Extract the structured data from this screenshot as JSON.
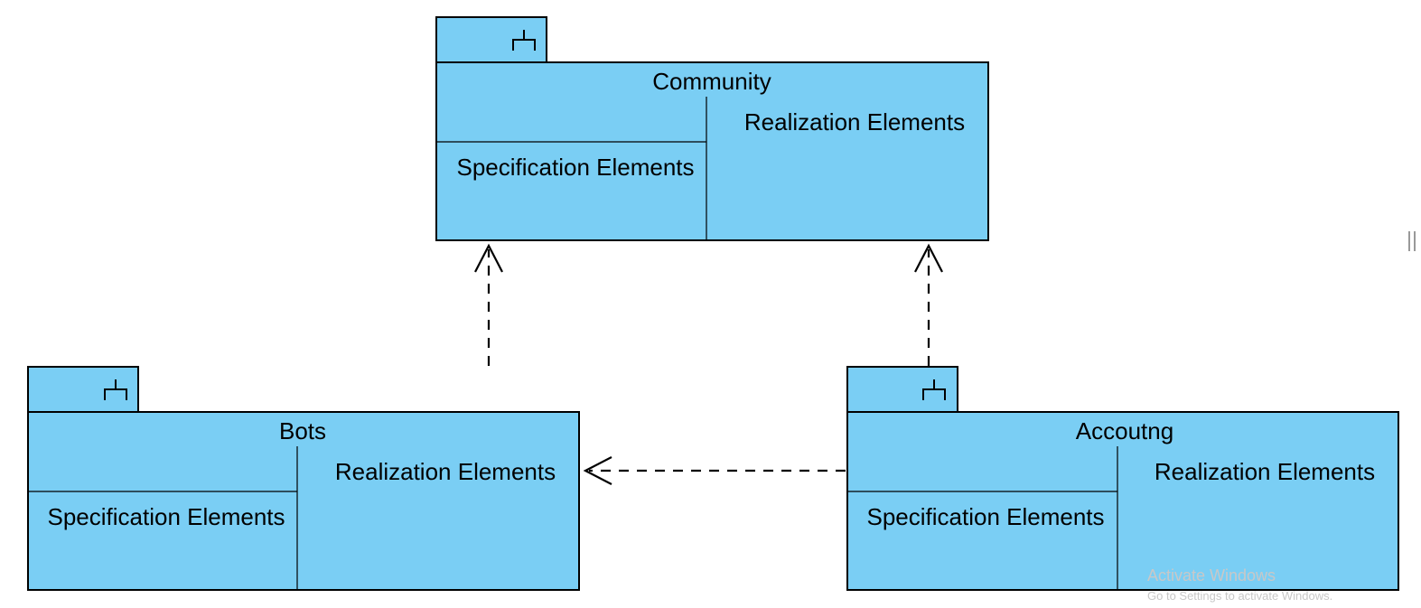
{
  "diagram": {
    "packages": [
      {
        "id": "community",
        "name": "Community",
        "left_label": "Specification Elements",
        "right_label": "Realization Elements"
      },
      {
        "id": "bots",
        "name": "Bots",
        "left_label": "Specification Elements",
        "right_label": "Realization Elements"
      },
      {
        "id": "accoutng",
        "name": "Accoutng",
        "left_label": "Specification Elements",
        "right_label": "Realization Elements"
      }
    ],
    "dependencies": [
      {
        "from": "bots",
        "to": "community",
        "style": "dashed-open-arrow"
      },
      {
        "from": "accoutng",
        "to": "community",
        "style": "dashed-open-arrow"
      },
      {
        "from": "accoutng",
        "to": "bots",
        "style": "dashed-open-arrow"
      }
    ],
    "package_tab_icon": "package-fork-icon",
    "colors": {
      "package_fill": "#7ACEF4",
      "stroke": "#000000",
      "background": "#FFFFFF"
    }
  },
  "watermark": {
    "title": "Activate Windows",
    "subtitle": "Go to Settings to activate Windows."
  }
}
